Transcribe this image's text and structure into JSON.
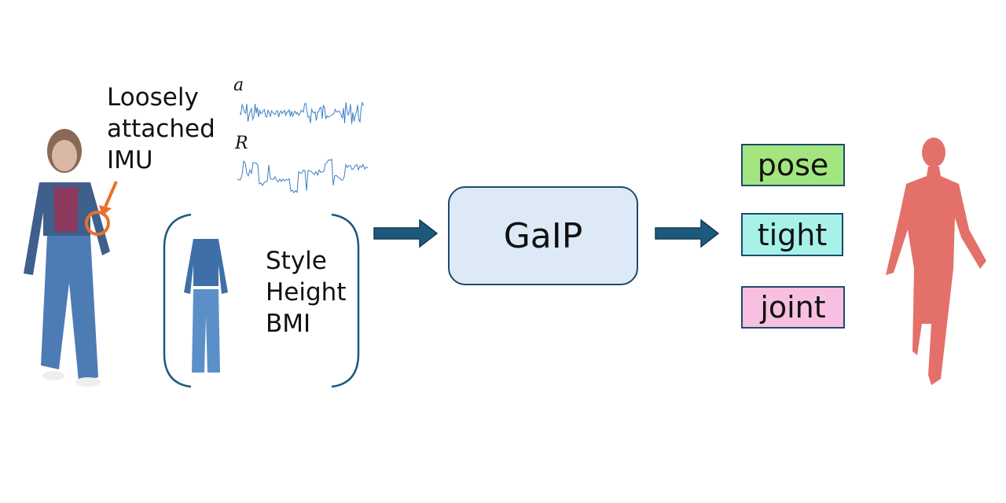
{
  "input": {
    "imu_label": [
      "Loosely",
      "attached",
      "IMU"
    ],
    "signal_acc_symbol": "a",
    "signal_rot_symbol": "R",
    "attributes": [
      "Style",
      "Height",
      "BMI"
    ]
  },
  "model": {
    "name": "GaIP"
  },
  "outputs": [
    {
      "label": "pose",
      "color": "#a3e67f"
    },
    {
      "label": "tight",
      "color": "#a6f2e8"
    },
    {
      "label": "joint",
      "color": "#f7c0e0"
    }
  ],
  "colors": {
    "accent": "#1c5a7d",
    "highlight": "#e8702a",
    "body": "#e4706a",
    "model_fill": "#dde9f6"
  }
}
